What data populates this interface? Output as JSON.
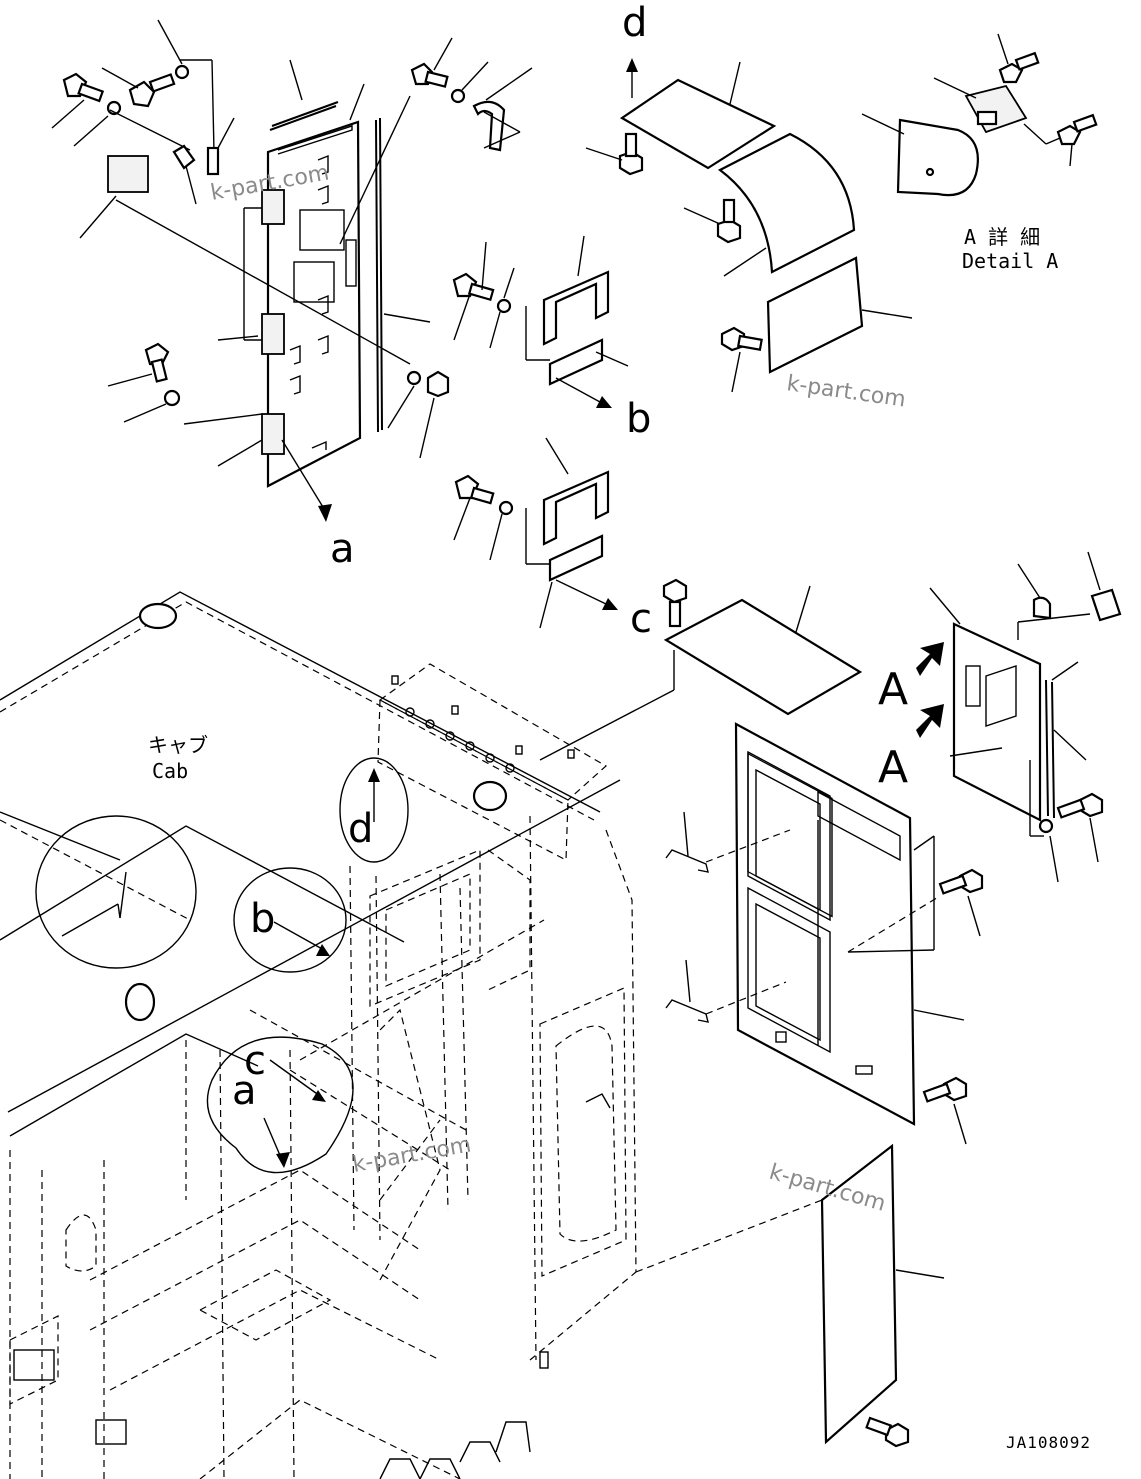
{
  "diagram": {
    "view_labels": [
      "a",
      "b",
      "c",
      "d"
    ],
    "detail_marker": "A",
    "detail_title_jp": "A 詳 細",
    "detail_title_en": "Detail A",
    "cab_label_jp": "キャブ",
    "cab_label_en": "Cab",
    "watermark": "k-part.com",
    "drawing_code": "JA108092"
  }
}
